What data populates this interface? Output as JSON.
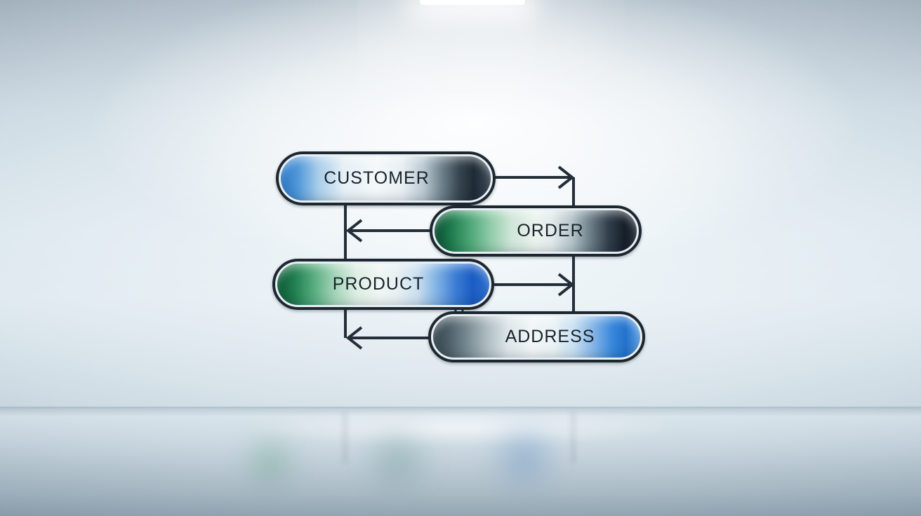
{
  "scene": {
    "description": "Photorealistic studio backdrop with ceiling light and reflective floor showing a four-entity flow diagram",
    "colors": {
      "background_edge": "#6e8190",
      "background_center": "#f7fbfd",
      "pill_outline": "#1d2730",
      "pill_inner_ring": "#e8eff4",
      "connector": "#232e38",
      "label_text": "#1a232b",
      "blue_accent": "#2b79c9",
      "green_accent": "#1d7a4c",
      "dark_accent": "#1f2a34"
    }
  },
  "diagram": {
    "nodes": [
      {
        "id": "customer",
        "label": "CUSTOMER",
        "gradient_left": "#2b79c9",
        "gradient_mid": "#f4f8fa",
        "gradient_right": "#1f2a34"
      },
      {
        "id": "order",
        "label": "ORDER",
        "gradient_left": "#0b4f31",
        "gradient_mid": "#ecf3ee",
        "gradient_right": "#161f29"
      },
      {
        "id": "product",
        "label": "PRODUCT",
        "gradient_left": "#0c5a36",
        "gradient_mid": "#f0f6f4",
        "gradient_right": "#1a5cc2"
      },
      {
        "id": "address",
        "label": "ADDRESS",
        "gradient_left": "#37474f",
        "gradient_mid": "#f2f6f7",
        "gradient_right": "#2272cc"
      }
    ],
    "edges": [
      {
        "from": "CUSTOMER",
        "to": "ORDER",
        "arrow": "right-then-down"
      },
      {
        "from": "ORDER",
        "to": "CUSTOMER-PRODUCT connector",
        "arrow": "left"
      },
      {
        "from": "PRODUCT",
        "to": "ORDER-ADDRESS connector",
        "arrow": "right"
      },
      {
        "from": "ADDRESS",
        "to": "PRODUCT connector",
        "arrow": "left"
      }
    ]
  }
}
